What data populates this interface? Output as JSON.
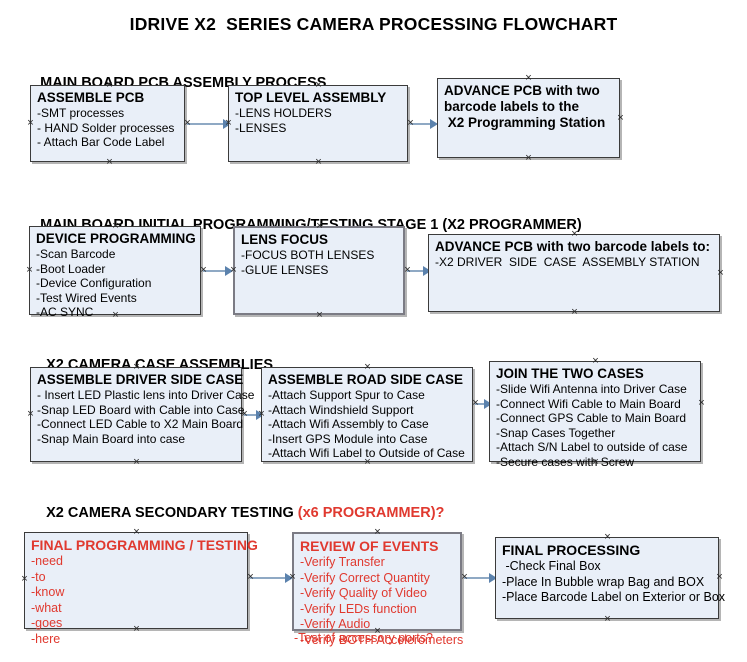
{
  "document": {
    "title": "IDRIVE X2  SERIES CAMERA PROCESSING FLOWCHART"
  },
  "colors": {
    "node_fill": "#e9eff8",
    "node_border": "#3b3b3b",
    "connector": "#8fa9c4",
    "arrow_head": "#5b82ad",
    "accent_red": "#e0392f",
    "text": "#000000"
  },
  "sections": [
    {
      "id": "main-board-pcb-assembly-process",
      "heading": "MAIN BOARD PCB ASSEMBLY PROCESS",
      "heading_accent": "",
      "nodes": [
        {
          "id": "assemble-pcb",
          "title": "ASSEMBLE PCB",
          "lines": [
            "-SMT processes",
            "- HAND Solder processes",
            "- Attach Bar Code Label"
          ]
        },
        {
          "id": "top-level-assembly",
          "title": "TOP LEVEL ASSEMBLY",
          "lines": [
            "-LENS HOLDERS",
            "-LENSES"
          ]
        },
        {
          "id": "advance-pcb-to-x2-programming-station",
          "title": "ADVANCE PCB with two",
          "lines": [
            "barcode labels to the",
            " X2 Programming Station"
          ]
        }
      ]
    },
    {
      "id": "main-board-initial-programming-testing-stage-1",
      "heading": "MAIN BOARD INITIAL PROGRAMMING/TESTING STAGE 1 (X2 PROGRAMMER)",
      "heading_accent": "",
      "nodes": [
        {
          "id": "device-programming",
          "title": "DEVICE PROGRAMMING",
          "lines": [
            "-Scan Barcode",
            "-Boot Loader",
            "-Device Configuration",
            "-Test Wired Events",
            "-AC SYNC"
          ]
        },
        {
          "id": "lens-focus",
          "title": "LENS FOCUS",
          "lines": [
            "-FOCUS BOTH LENSES",
            "-GLUE LENSES"
          ]
        },
        {
          "id": "advance-pcb-to-driver-side-case-assembly",
          "title": "ADVANCE PCB with two barcode labels to:",
          "lines": [
            "-X2 DRIVER  SIDE  CASE  ASSEMBLY STATION"
          ]
        }
      ]
    },
    {
      "id": "x2-camera-case-assemblies",
      "heading": "X2 CAMERA CASE ASSEMBLIES",
      "heading_accent": "",
      "nodes": [
        {
          "id": "assemble-driver-side-case",
          "title": "ASSEMBLE DRIVER SIDE CASE",
          "lines": [
            "- Insert LED Plastic lens into Driver Case",
            "-Snap LED Board with Cable into Case",
            "-Connect LED Cable to X2 Main Board",
            "-Snap Main Board into case"
          ]
        },
        {
          "id": "assemble-road-side-case",
          "title": "ASSEMBLE ROAD SIDE CASE",
          "lines": [
            "-Attach Support Spur to Case",
            "-Attach Windshield Support",
            "-Attach Wifi Assembly to Case",
            "-Insert GPS Module into Case",
            "-Attach Wifi Label to Outside of Case"
          ]
        },
        {
          "id": "join-the-two-cases",
          "title": "JOIN THE TWO CASES",
          "lines": [
            "-Slide Wifi Antenna into Driver Case",
            "-Connect Wifi Cable to Main Board",
            "-Connect GPS Cable to Main Board",
            "-Snap Cases Together",
            "-Attach S/N Label to outside of case",
            "-Secure cases with Screw"
          ]
        }
      ]
    },
    {
      "id": "x2-camera-secondary-testing",
      "heading": "X2 CAMERA SECONDARY TESTING ",
      "heading_accent": "(x6 PROGRAMMER)?",
      "nodes": [
        {
          "id": "final-programming-testing",
          "title": "FINAL PROGRAMMING / TESTING",
          "lines": [
            "-need",
            "-to",
            "-know",
            "-what",
            "-goes",
            "-here"
          ]
        },
        {
          "id": "review-of-events",
          "title": "REVIEW OF EVENTS",
          "lines": [
            "-Verify Transfer",
            "-Verify Correct Quantity",
            "-Verify Quality of Video",
            "-Verify LEDs function",
            "-Verify Audio",
            "-Verify BOTH Accelerometers"
          ],
          "overflow_line": "-Test of accessory ports?"
        },
        {
          "id": "final-processing",
          "title": "FINAL PROCESSING",
          "lines": [
            " -Check Final Box",
            "-Place In Bubble wrap Bag and BOX",
            "-Place Barcode Label on Exterior or Box"
          ]
        }
      ]
    }
  ]
}
